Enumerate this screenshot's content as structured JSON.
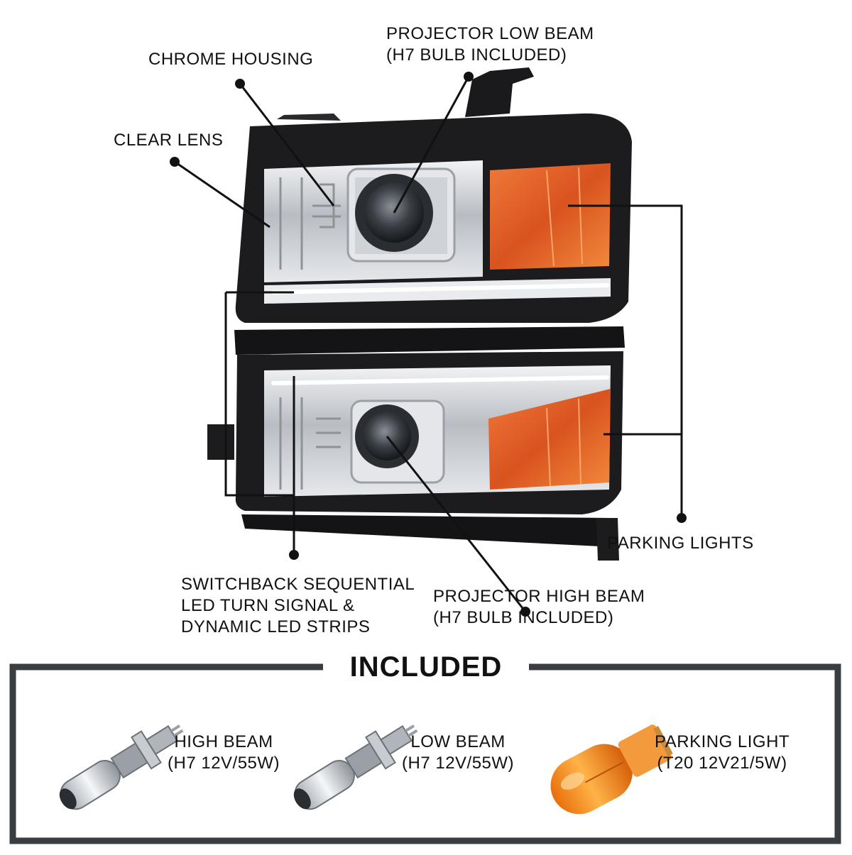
{
  "callouts": {
    "projector_low_beam": [
      "PROJECTOR LOW BEAM",
      "(H7 BULB INCLUDED)"
    ],
    "chrome_housing": "CHROME HOUSING",
    "clear_lens": "CLEAR LENS",
    "parking_lights": "PARKING LIGHTS",
    "switchback": [
      "SWITCHBACK SEQUENTIAL",
      "LED TURN SIGNAL &",
      "DYNAMIC LED STRIPS"
    ],
    "projector_high_beam": [
      "PROJECTOR HIGH BEAM",
      "(H7 BULB INCLUDED)"
    ]
  },
  "included": {
    "title": "INCLUDED",
    "items": [
      {
        "name": "HIGH BEAM",
        "spec": "(H7 12V/55W)",
        "icon": "h7-halogen-bulb-icon"
      },
      {
        "name": "LOW BEAM",
        "spec": "(H7 12V/55W)",
        "icon": "h7-halogen-bulb-icon"
      },
      {
        "name": "PARKING LIGHT",
        "spec": "(T20 12V21/5W)",
        "icon": "t20-amber-bulb-icon"
      }
    ]
  },
  "colors": {
    "housing_black": "#1c1c1e",
    "chrome": "#c9ccd0",
    "amber": "#e8622a",
    "led_white": "#ffffff",
    "frame_gray": "#3a3d41",
    "text": "#111111"
  }
}
